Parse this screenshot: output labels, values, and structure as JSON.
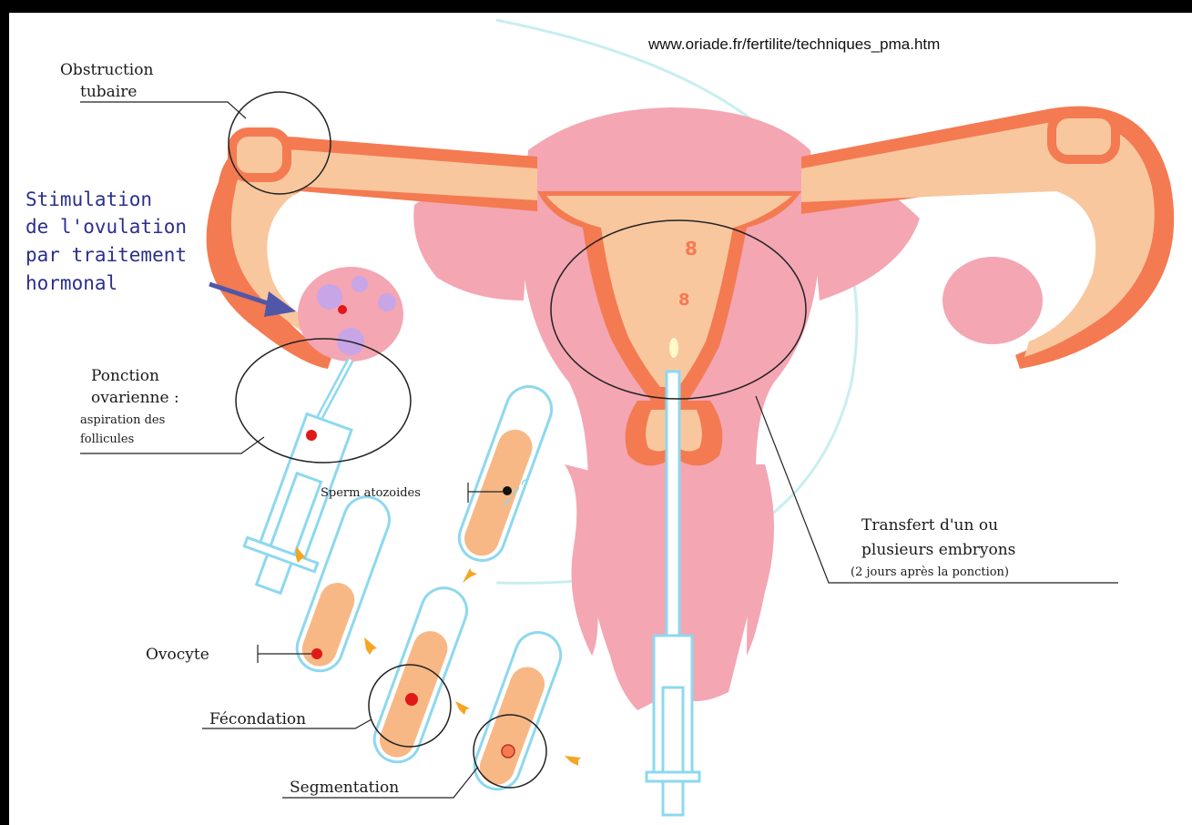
{
  "source_url": "www.oriade.fr/fertilite/techniques_pma.htm",
  "labels": {
    "obstruction": [
      "Obstruction",
      "tubaire"
    ],
    "stimulation": [
      "Stimulation",
      "de l'ovulation",
      "par traitement",
      "hormonal"
    ],
    "ponction": [
      "Ponction",
      "ovarienne :",
      "aspiration des",
      "follicules"
    ],
    "spermatozoides": "Sperm atozoides",
    "ovocyte": "Ovocyte",
    "fecondation": "Fécondation",
    "segmentation": "Segmentation",
    "transfert": [
      "Transfert d'un ou",
      "plusieurs embryons",
      "(2 jours après la ponction)"
    ]
  },
  "embryo_glyph": "8",
  "colors": {
    "uterus_pink": "#f4a6b3",
    "tube_fill": "#f8c79e",
    "tube_wall": "#f47a52",
    "syringe_blue": "#8dd8f0",
    "arrow_orange": "#f5a623",
    "stimulation_text": "#2c2f8c"
  }
}
